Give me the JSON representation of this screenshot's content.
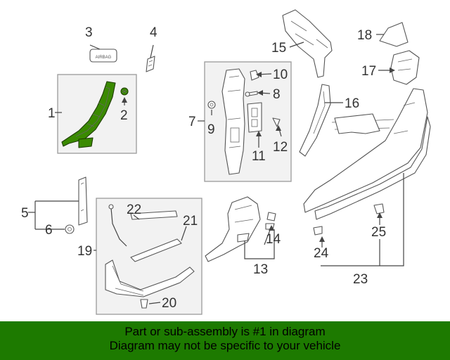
{
  "callouts": {
    "c1": "1",
    "c2": "2",
    "c3": "3",
    "c4": "4",
    "c5": "5",
    "c6": "6",
    "c7": "7",
    "c8": "8",
    "c9": "9",
    "c10": "10",
    "c11": "11",
    "c12": "12",
    "c13": "13",
    "c14": "14",
    "c15": "15",
    "c16": "16",
    "c17": "17",
    "c18": "18",
    "c19": "19",
    "c20": "20",
    "c21": "21",
    "c22": "22",
    "c23": "23",
    "c24": "24",
    "c25": "25"
  },
  "badge_text": "AIRBAG",
  "footer": {
    "line1": "Part or sub-assembly is #1 in diagram",
    "line2": "Diagram may not be specific to your vehicle"
  },
  "colors": {
    "highlight": "#3a8a00",
    "footer_bg": "#1d7a00",
    "group_box": "#f2f2f2"
  }
}
